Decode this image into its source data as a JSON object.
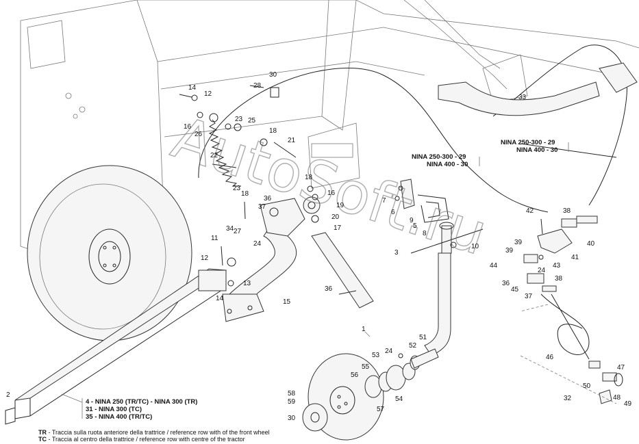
{
  "part_labels": [
    {
      "id": "p1",
      "text": "1"
    },
    {
      "id": "p2",
      "text": "2"
    },
    {
      "id": "p3",
      "text": "3"
    },
    {
      "id": "p4",
      "text": "4"
    },
    {
      "id": "p5",
      "text": "5"
    },
    {
      "id": "p6",
      "text": "6"
    },
    {
      "id": "p7",
      "text": "7"
    },
    {
      "id": "p8",
      "text": "8"
    },
    {
      "id": "p9",
      "text": "9"
    },
    {
      "id": "p10",
      "text": "10"
    },
    {
      "id": "p11",
      "text": "11"
    },
    {
      "id": "p12a",
      "text": "12"
    },
    {
      "id": "p12b",
      "text": "12"
    },
    {
      "id": "p13",
      "text": "13"
    },
    {
      "id": "p14a",
      "text": "14"
    },
    {
      "id": "p14b",
      "text": "14"
    },
    {
      "id": "p15",
      "text": "15"
    },
    {
      "id": "p16a",
      "text": "16"
    },
    {
      "id": "p16b",
      "text": "16"
    },
    {
      "id": "p17",
      "text": "17"
    },
    {
      "id": "p18a",
      "text": "18"
    },
    {
      "id": "p18b",
      "text": "18"
    },
    {
      "id": "p18c",
      "text": "18"
    },
    {
      "id": "p19",
      "text": "19"
    },
    {
      "id": "p20",
      "text": "20"
    },
    {
      "id": "p21",
      "text": "21"
    },
    {
      "id": "p22",
      "text": "22"
    },
    {
      "id": "p23a",
      "text": "23"
    },
    {
      "id": "p23b",
      "text": "23"
    },
    {
      "id": "p24a",
      "text": "24"
    },
    {
      "id": "p24b",
      "text": "24"
    },
    {
      "id": "p24c",
      "text": "24"
    },
    {
      "id": "p25",
      "text": "25"
    },
    {
      "id": "p26",
      "text": "26"
    },
    {
      "id": "p27",
      "text": "27"
    },
    {
      "id": "p28",
      "text": "28"
    },
    {
      "id": "p30a",
      "text": "30"
    },
    {
      "id": "p30b",
      "text": "30"
    },
    {
      "id": "p32",
      "text": "32"
    },
    {
      "id": "p33",
      "text": "33"
    },
    {
      "id": "p34",
      "text": "34"
    },
    {
      "id": "p36a",
      "text": "36"
    },
    {
      "id": "p36b",
      "text": "36"
    },
    {
      "id": "p36c",
      "text": "36"
    },
    {
      "id": "p37a",
      "text": "37"
    },
    {
      "id": "p37b",
      "text": "37"
    },
    {
      "id": "p38a",
      "text": "38"
    },
    {
      "id": "p38b",
      "text": "38"
    },
    {
      "id": "p39a",
      "text": "39"
    },
    {
      "id": "p39b",
      "text": "39"
    },
    {
      "id": "p40",
      "text": "40"
    },
    {
      "id": "p41",
      "text": "41"
    },
    {
      "id": "p42",
      "text": "42"
    },
    {
      "id": "p43",
      "text": "43"
    },
    {
      "id": "p44",
      "text": "44"
    },
    {
      "id": "p45",
      "text": "45"
    },
    {
      "id": "p46",
      "text": "46"
    },
    {
      "id": "p47",
      "text": "47"
    },
    {
      "id": "p48",
      "text": "48"
    },
    {
      "id": "p49",
      "text": "49"
    },
    {
      "id": "p50",
      "text": "50"
    },
    {
      "id": "p51",
      "text": "51"
    },
    {
      "id": "p52",
      "text": "52"
    },
    {
      "id": "p53",
      "text": "53"
    },
    {
      "id": "p54",
      "text": "54"
    },
    {
      "id": "p55",
      "text": "55"
    },
    {
      "id": "p56",
      "text": "56"
    },
    {
      "id": "p57",
      "text": "57"
    },
    {
      "id": "p58",
      "text": "58"
    },
    {
      "id": "p59",
      "text": "59"
    }
  ],
  "callouts": {
    "nina_right_1": "NINA 250-300 - 29",
    "nina_right_2": "NINA 400 - 30",
    "nina_mid_1": "NINA 250-300 - 29",
    "nina_mid_2": "NINA 400 - 30",
    "shaft_1": "4  - NINA 250 (TR/TC) - NINA 300 (TR)",
    "shaft_2": "31 - NINA 300 (TC)",
    "shaft_3": "35 - NINA 400 (TR/TC)"
  },
  "legend": {
    "tr_code": "TR",
    "tr_text": " - Traccia sulla ruota anteriore della trattrice / reference row with of the front wheel",
    "tc_code": "TC",
    "tc_text": " - Traccia al centro della trattrice  / reference row with centre of the tractor"
  },
  "watermark": "AutoSoft.ru"
}
